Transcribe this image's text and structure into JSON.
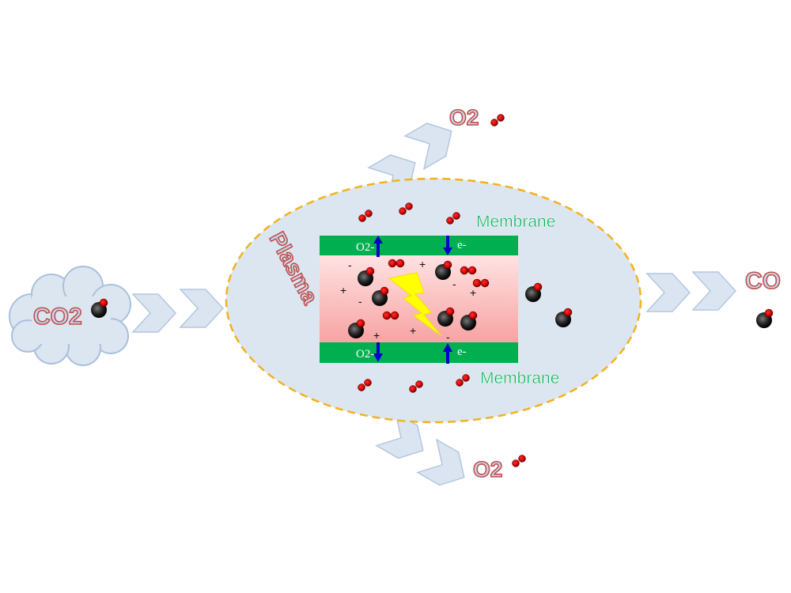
{
  "labels": {
    "input": "CO2",
    "plasma": "Plasma",
    "membrane_top": "Membrane",
    "membrane_bottom": "Membrane",
    "o2_top": "O2",
    "o2_bottom": "O2",
    "product": "CO",
    "oxide_ion_top": "O2-",
    "oxide_ion_bottom": "O2-",
    "electron_top": "e-",
    "electron_bottom": "e-"
  },
  "charges": {
    "plus": "+",
    "minus": "-"
  },
  "colors": {
    "membrane": "#00b050",
    "ellipse_fill": "#dce6f1",
    "ellipse_border": "#f2b21c",
    "arrow_fill": "#dbe5f1",
    "label_outline": "#c0504d",
    "ion_arrow": "#0000cc",
    "lightning": "#ffff00"
  }
}
